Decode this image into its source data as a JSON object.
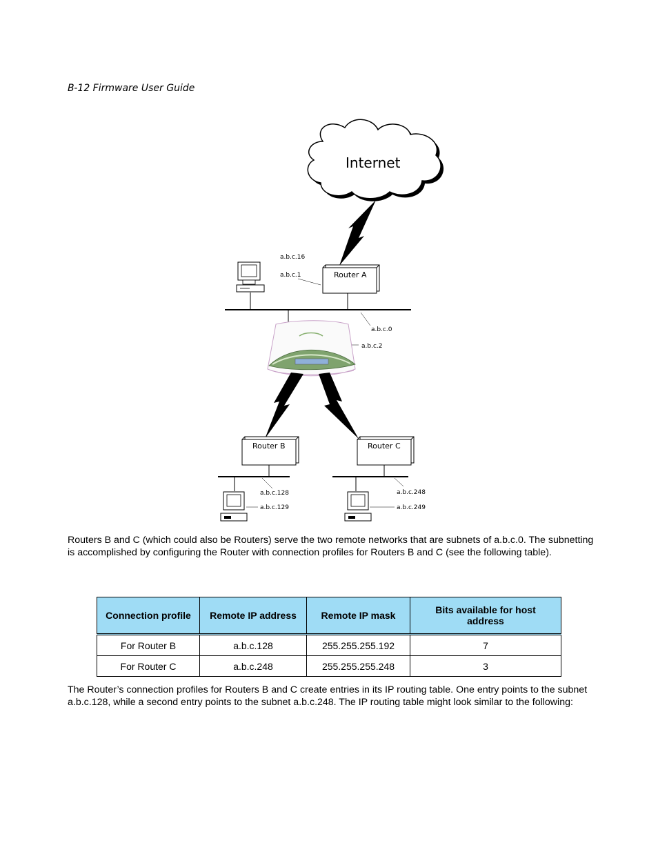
{
  "header": {
    "title": "B-12  Firmware User Guide"
  },
  "diagram": {
    "cloud_label": "Internet",
    "router_a": "Router A",
    "router_b": "Router B",
    "router_c": "Router C",
    "ip_labels": {
      "a16": "a.b.c.16",
      "a1": "a.b.c.1",
      "net0": "a.b.c.0",
      "a2": "a.b.c.2",
      "b128": "a.b.c.128",
      "b129": "a.b.c.129",
      "c248": "a.b.c.248",
      "c249": "a.b.c.249"
    }
  },
  "paragraph1": "Routers B and C (which could also be Routers) serve the two remote networks that are subnets of a.b.c.0. The subnetting is accomplished by configuring the Router with connection profiles for Routers B and C (see the following table).",
  "table": {
    "headers": [
      "Connection profile",
      "Remote IP address",
      "Remote IP mask",
      "Bits available for host address"
    ],
    "rows": [
      [
        "For Router B",
        "a.b.c.128",
        "255.255.255.192",
        "7"
      ],
      [
        "For Router C",
        "a.b.c.248",
        "255.255.255.248",
        "3"
      ]
    ]
  },
  "paragraph2": "The Router’s connection profiles for Routers B and C create entries in its IP routing table. One entry points to the subnet a.b.c.128, while a second entry points to the subnet a.b.c.248. The IP routing table might look similar to the following:"
}
